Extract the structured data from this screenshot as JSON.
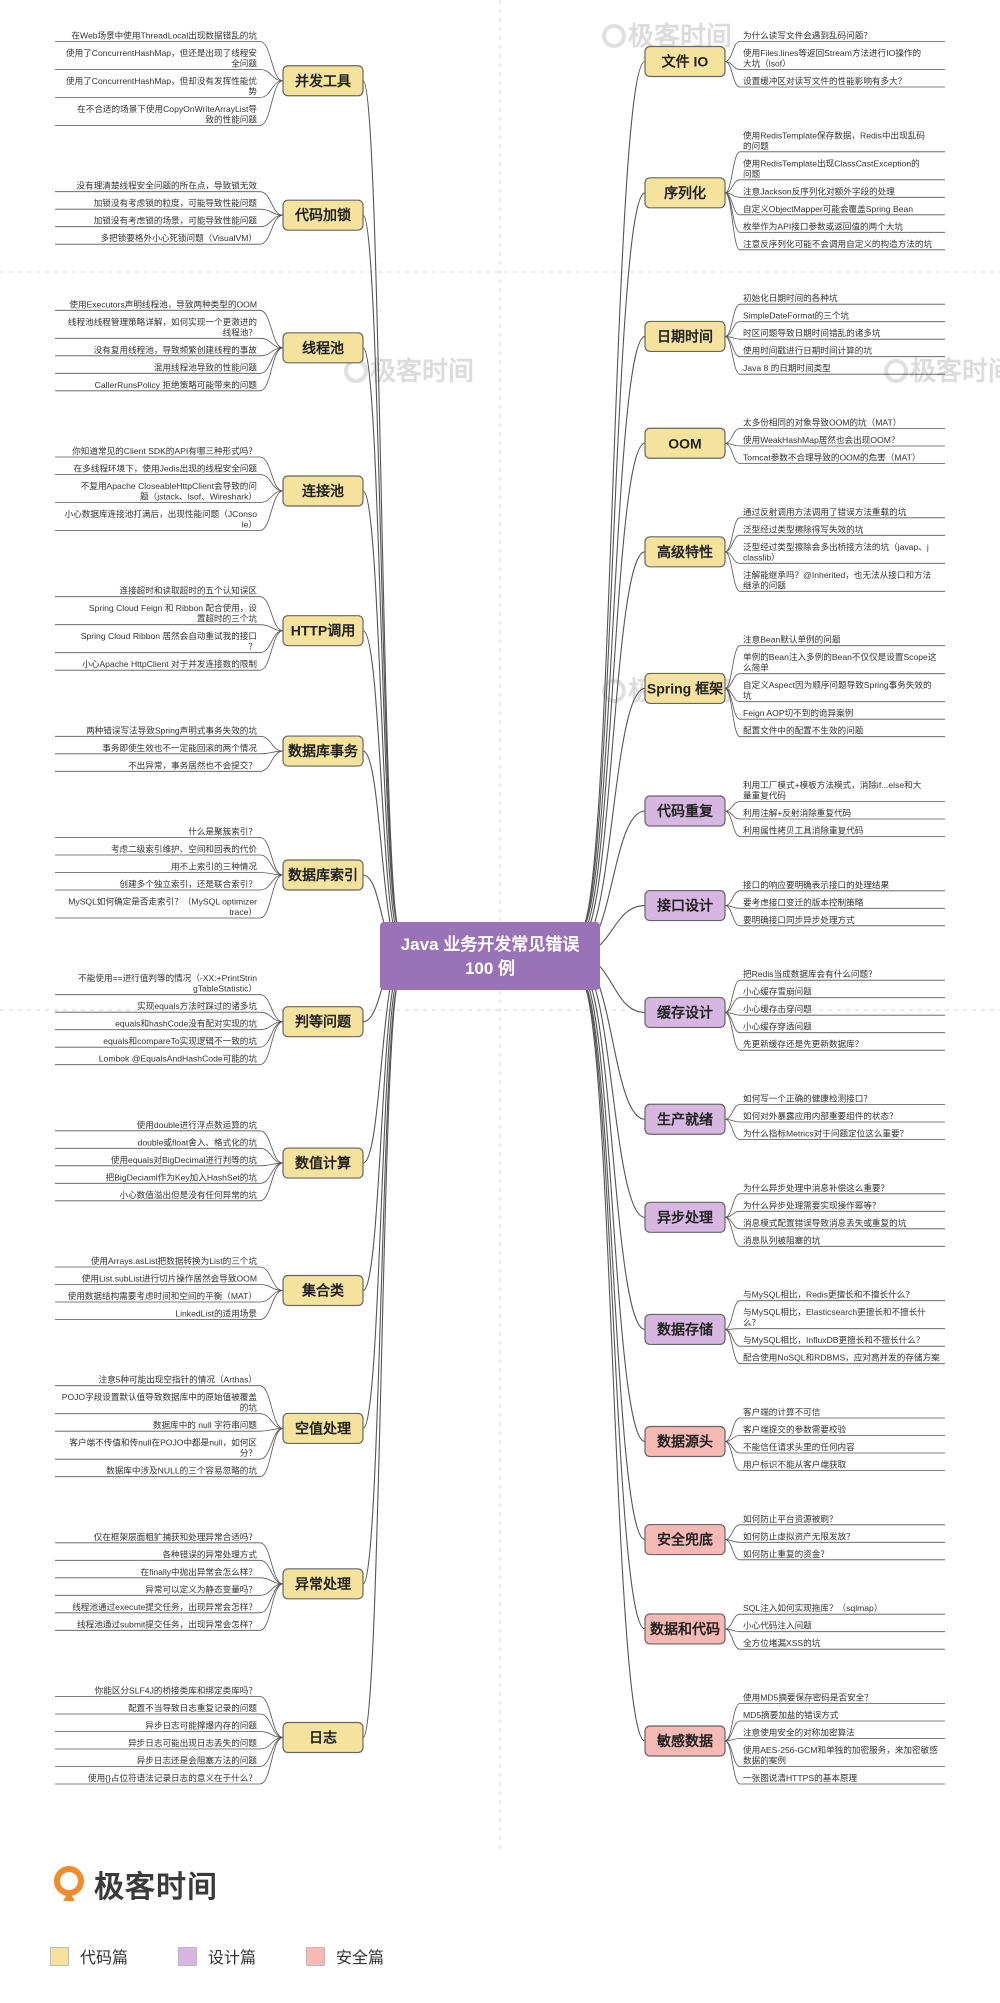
{
  "title": "Java 业务开发常见错误\n100 例",
  "watermark": "极客时间",
  "brand": "极客时间",
  "colors": {
    "code": "#f5e29c",
    "design": "#d8b6e2",
    "security": "#f7b9b3",
    "center": "#9a72b8"
  },
  "legend": [
    {
      "label": "代码篇",
      "color": "#f5e29c"
    },
    {
      "label": "设计篇",
      "color": "#d8b6e2"
    },
    {
      "label": "安全篇",
      "color": "#f7b9b3"
    }
  ],
  "left_categories": [
    {
      "name": "并发工具",
      "group": "code",
      "items": [
        "在Web场景中使用ThreadLocal出现数据错乱的坑",
        "使用了ConcurrentHashMap，但还是出现了线程安全问题",
        "使用了ConcurrentHashMap，但却没有发挥性能优势",
        "在不合适的场景下使用CopyOnWriteArrayList导致的性能问题"
      ]
    },
    {
      "name": "代码加锁",
      "group": "code",
      "items": [
        "没有理清楚线程安全问题的所在点，导致锁无效",
        "加锁没有考虑锁的粒度，可能导致性能问题",
        "加锁没有考虑锁的场景，可能导致性能问题",
        "多把锁要格外小心死锁问题（VisualVM）"
      ]
    },
    {
      "name": "线程池",
      "group": "code",
      "items": [
        "使用Executors声明线程池，导致两种类型的OOM",
        "线程池线程管理策略详解，如何实现一个更激进的线程池？",
        "没有复用线程池，导致频繁创建线程的事故",
        "混用线程池导致的性能问题",
        "CallerRunsPolicy 拒绝策略可能带来的问题"
      ]
    },
    {
      "name": "连接池",
      "group": "code",
      "items": [
        "你知道常见的Client SDK的API有哪三种形式吗？",
        "在多线程环境下，使用Jedis出现的线程安全问题",
        "不复用Apache CloseableHttpClient会导致的问题（jstack、lsof、Wireshark）",
        "小心数据库连接池打满后，出现性能问题（JConsole）"
      ]
    },
    {
      "name": "HTTP调用",
      "group": "code",
      "items": [
        "连接超时和读取超时的五个认知误区",
        "Spring Cloud Feign 和 Ribbon 配合使用，设置超时的三个坑",
        "Spring Cloud Ribbon 居然会自动重试我的接口？",
        "小心Apache HttpClient 对于并发连接数的限制"
      ]
    },
    {
      "name": "数据库事务",
      "group": "code",
      "items": [
        "两种错误写法导致Spring声明式事务失效的坑",
        "事务即使生效也不一定能回滚的两个情况",
        "不出异常，事务居然也不会提交？"
      ]
    },
    {
      "name": "数据库索引",
      "group": "code",
      "items": [
        "什么是聚簇索引？",
        "考虑二级索引维护、空间和回表的代价",
        "用不上索引的三种情况",
        "创建多个独立索引，还是联合索引？",
        "MySQL如何确定是否走索引？（MySQL optimizer trace）"
      ]
    },
    {
      "name": "判等问题",
      "group": "code",
      "items": [
        "不能使用==进行值判等的情况（-XX:+PrintStringTableStatistic）",
        "实现equals方法时踩过的诸多坑",
        "equals和hashCode没有配对实现的坑",
        "equals和compareTo实现逻辑不一致的坑",
        "Lombok @EqualsAndHashCode可能的坑"
      ]
    },
    {
      "name": "数值计算",
      "group": "code",
      "items": [
        "使用double进行浮点数运算的坑",
        "double或float舍入、格式化的坑",
        "使用equals对BigDecimal进行判等的坑",
        "把BigDeciaml作为Key加入HashSet的坑",
        "小心数值溢出但是没有任何异常的坑"
      ]
    },
    {
      "name": "集合类",
      "group": "code",
      "items": [
        "使用Arrays.asList把数据转换为List的三个坑",
        "使用List.subList进行切片操作居然会导致OOM",
        "使用数据结构需要考虑时间和空间的平衡（MAT）",
        "LinkedList的适用场景"
      ]
    },
    {
      "name": "空值处理",
      "group": "code",
      "items": [
        "注意5种可能出现空指针的情况（Arthas）",
        "POJO字段设置默认值导致数据库中的原始值被覆盖的坑",
        "数据库中的 null 字符串问题",
        "客户端不传值和传null在POJO中都是null，如何区分？",
        "数据库中涉及NULL的三个容易忽略的坑"
      ]
    },
    {
      "name": "异常处理",
      "group": "code",
      "items": [
        "仅在框架层面粗犷捕获和处理异常合适吗？",
        "各种错误的异常处理方式",
        "在finally中抛出异常会怎么样？",
        "异常可以定义为静态变量吗？",
        "线程池通过execute提交任务，出现异常会怎样？",
        "线程池通过submit提交任务，出现异常会怎样？"
      ]
    },
    {
      "name": "日志",
      "group": "code",
      "items": [
        "你能区分SLF4J的桥接类库和绑定类库吗？",
        "配置不当导致日志重复记录的问题",
        "异步日志可能撑爆内存的问题",
        "异步日志可能出现日志丢失的问题",
        "异步日志还是会阻塞方法的问题",
        "使用{}占位符语法记录日志的意义在于什么？"
      ]
    }
  ],
  "right_categories": [
    {
      "name": "文件 IO",
      "group": "code",
      "items": [
        "为什么读写文件会遇到乱码问题？",
        "使用Files.lines等返回Stream方法进行IO操作的大坑（lsof）",
        "设置缓冲区对读写文件的性能影响有多大？"
      ]
    },
    {
      "name": "序列化",
      "group": "code",
      "items": [
        "使用RedisTemplate保存数据，Redis中出现乱码的问题",
        "使用RedisTemplate出现ClassCastException的问题",
        "注意Jackson反序列化对额外字段的处理",
        "自定义ObjectMapper可能会覆盖Spring Bean",
        "枚举作为API接口参数或返回值的两个大坑",
        "注意反序列化可能不会调用自定义的构造方法的坑"
      ]
    },
    {
      "name": "日期时间",
      "group": "code",
      "items": [
        "初始化日期时间的各种坑",
        "SimpleDateFormat的三个坑",
        "时区问题导致日期时间错乱的诸多坑",
        "使用时间戳进行日期时间计算的坑",
        "Java 8 的日期时间类型"
      ]
    },
    {
      "name": "OOM",
      "group": "code",
      "items": [
        "太多份相同的对象导致OOM的坑（MAT）",
        "使用WeakHashMap居然也会出现OOM？",
        "Tomcat参数不合理导致的OOM的危害（MAT）"
      ]
    },
    {
      "name": "高级特性",
      "group": "code",
      "items": [
        "通过反射调用方法调用了错误方法重载的坑",
        "泛型经过类型擦除得写失效的坑",
        "泛型经过类型擦除会多出桥接方法的坑（javap、jclasslib）",
        "注解能继承吗？@Inherited，也无法从接口和方法继承的问题"
      ]
    },
    {
      "name": "Spring 框架",
      "group": "code",
      "items": [
        "注意Bean默认单例的问题",
        "单例的Bean注入多例的Bean不仅仅是设置Scope这么简单",
        "自定义Aspect因为顺序问题导致Spring事务失效的坑",
        "Feign AOP切不到的诡异案例",
        "配置文件中的配置不生效的问题"
      ]
    },
    {
      "name": "代码重复",
      "group": "design",
      "items": [
        "利用工厂模式+模板方法模式，消除if...else和大量重复代码",
        "利用注解+反射消除重复代码",
        "利用属性拷贝工具消除重复代码"
      ]
    },
    {
      "name": "接口设计",
      "group": "design",
      "items": [
        "接口的响应要明确表示接口的处理结果",
        "要考虑接口变迁的版本控制策略",
        "要明确接口同步异步处理方式"
      ]
    },
    {
      "name": "缓存设计",
      "group": "design",
      "items": [
        "把Redis当成数据库会有什么问题？",
        "小心缓存雪崩问题",
        "小心缓存击穿问题",
        "小心缓存穿透问题",
        "先更新缓存还是先更新数据库？"
      ]
    },
    {
      "name": "生产就绪",
      "group": "design",
      "items": [
        "如何写一个正确的健康检测接口？",
        "如何对外暴露应用内部重要组件的状态？",
        "为什么指标Metrics对于问题定位这么重要？"
      ]
    },
    {
      "name": "异步处理",
      "group": "design",
      "items": [
        "为什么异步处理中消息补偿这么重要？",
        "为什么异步处理需要实现操作幂等？",
        "消息模式配置错误导致消息丢失或重复的坑",
        "消息队列被阻塞的坑"
      ]
    },
    {
      "name": "数据存储",
      "group": "design",
      "items": [
        "与MySQL相比，Redis更擅长和不擅长什么？",
        "与MySQL相比，Elasticsearch更擅长和不擅长什么？",
        "与MySQL相比，InfluxDB更擅长和不擅长什么？",
        "配合使用NoSQL和RDBMS，应对高并发的存储方案"
      ]
    },
    {
      "name": "数据源头",
      "group": "security",
      "items": [
        "客户端的计算不可信",
        "客户端提交的参数需要校验",
        "不能信任请求头里的任何内容",
        "用户标识不能从客户端获取"
      ]
    },
    {
      "name": "安全兜底",
      "group": "security",
      "items": [
        "如何防止平台资源被刷？",
        "如何防止虚拟资产无限发放？",
        "如何防止重复的资金？"
      ]
    },
    {
      "name": "数据和代码",
      "group": "security",
      "items": [
        "SQL注入如何实现拖库？（sqlmap）",
        "小心代码注入问题",
        "全方位堵漏XSS的坑"
      ]
    },
    {
      "name": "敏感数据",
      "group": "security",
      "items": [
        "使用MD5摘要保存密码是否安全？",
        "MD5摘要加盐的错误方式",
        "注意使用安全的对称加密算法",
        "使用AES-256-GCM和单独的加密服务，来加密敏感数据的案例",
        "一张图说清HTTPS的基本原理"
      ]
    }
  ]
}
